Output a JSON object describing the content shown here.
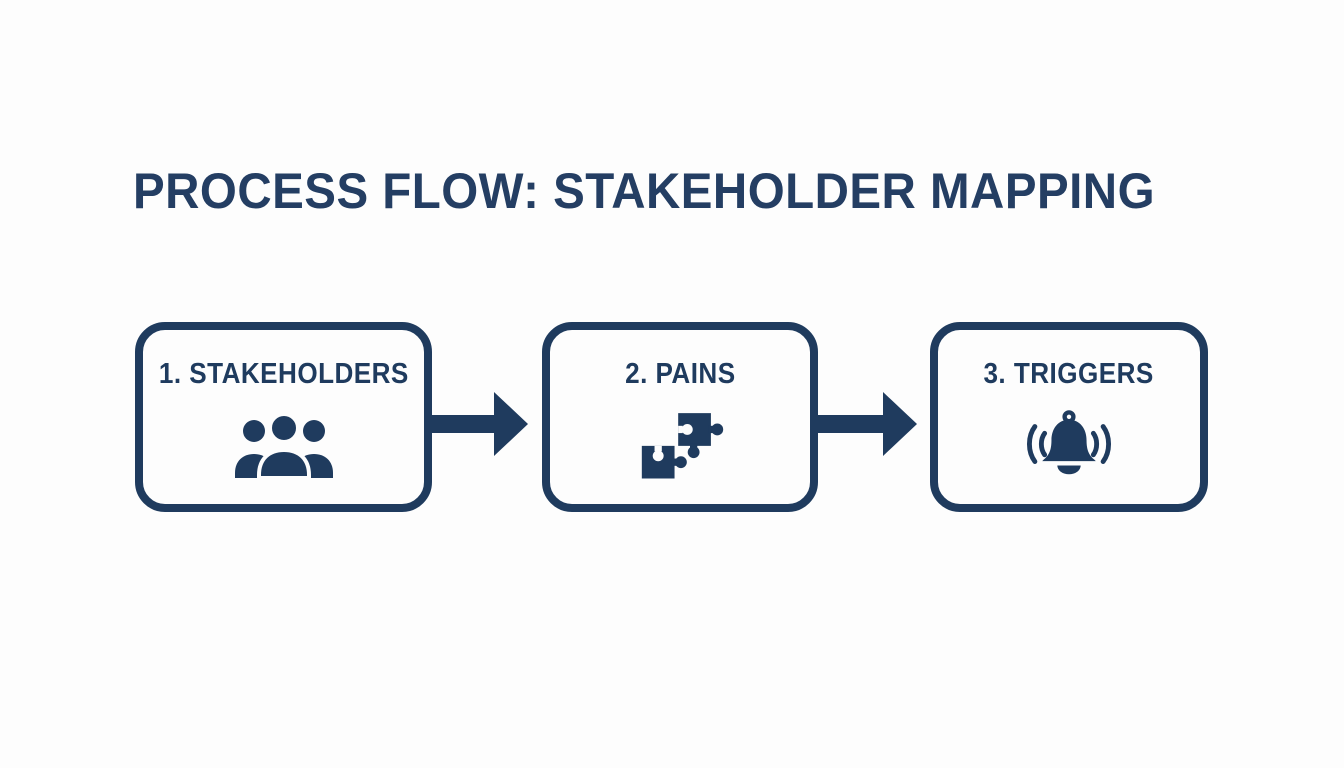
{
  "title": {
    "text": "PROCESS FLOW: STAKEHOLDER MAPPING"
  },
  "stages": [
    {
      "label": "1. STAKEHOLDERS",
      "icon": "people-group-icon"
    },
    {
      "label": "2. PAINS",
      "icon": "puzzle-pieces-icon"
    },
    {
      "label": "3. TRIGGERS",
      "icon": "alarm-bell-icon"
    }
  ],
  "connectors": [
    {
      "type": "arrow-right"
    },
    {
      "type": "arrow-right"
    }
  ],
  "colors": {
    "navy": "#1f3b5e",
    "title_navy": "#243e63",
    "background": "#fdfdfd"
  }
}
